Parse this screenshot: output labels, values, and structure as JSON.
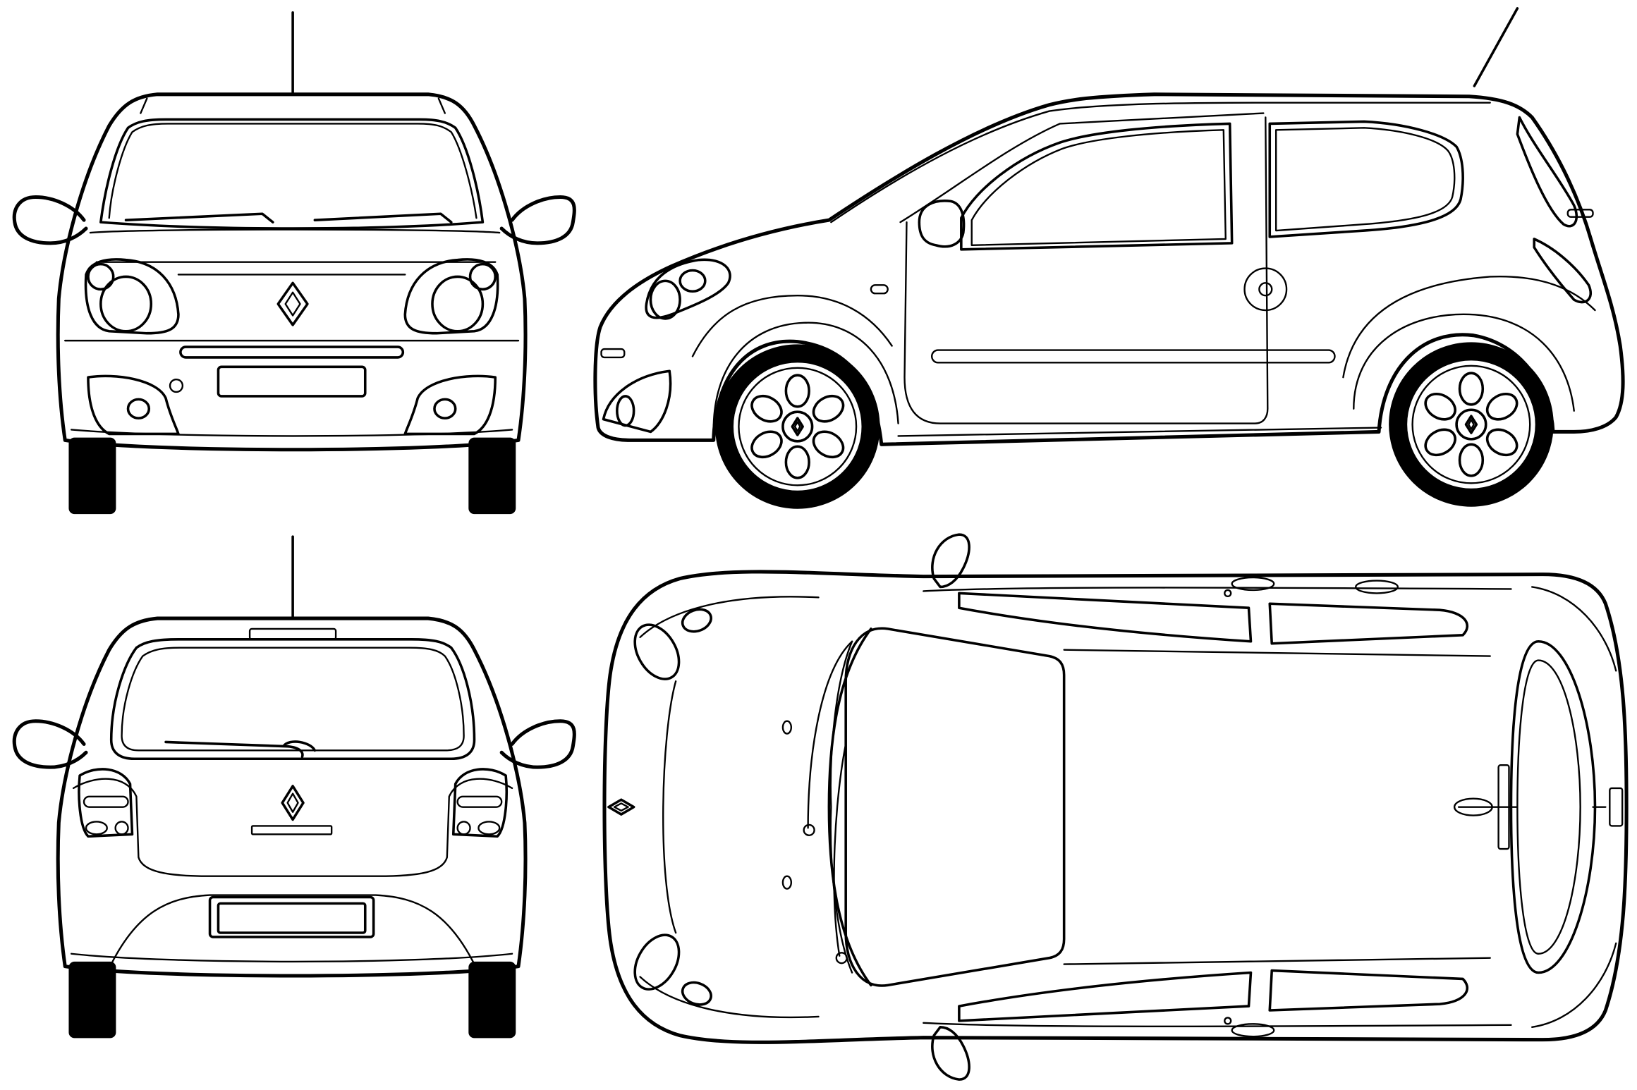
{
  "blueprint": {
    "views": [
      "front",
      "side",
      "rear",
      "top"
    ],
    "colors": {
      "line": "#000000",
      "paper": "#ffffff",
      "tire": "#000000"
    },
    "logo_icon": "renault-diamond-icon"
  }
}
